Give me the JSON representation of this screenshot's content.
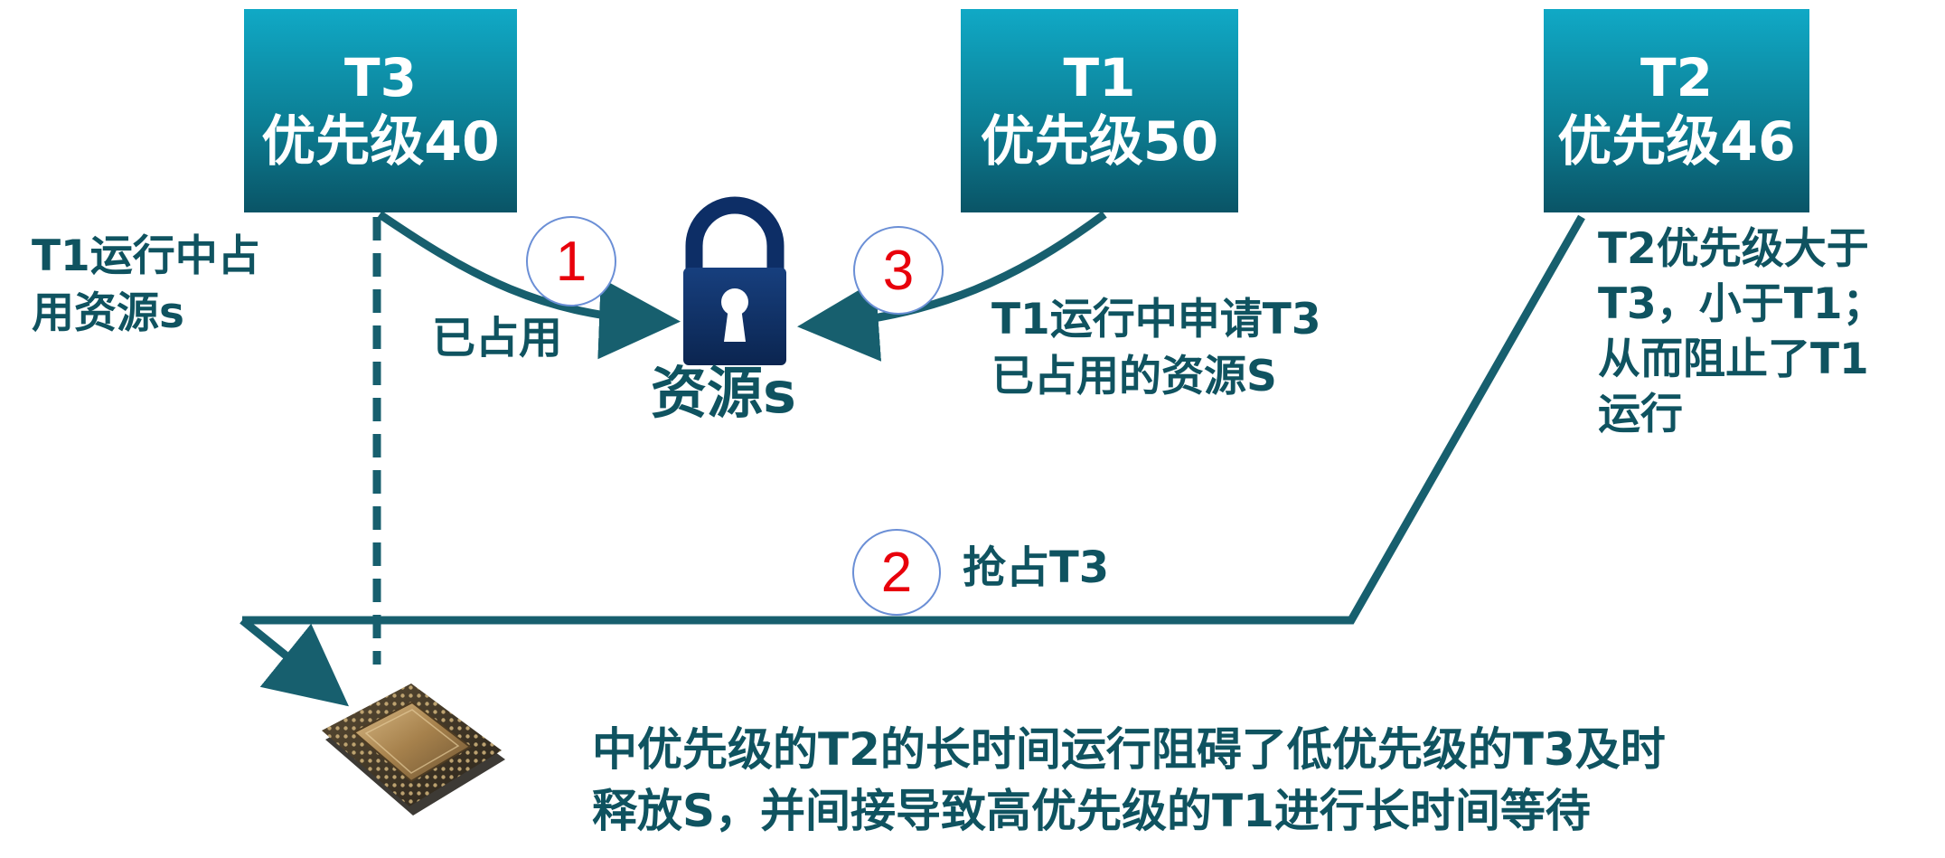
{
  "tasks": {
    "t3": {
      "name": "T3",
      "priority": "优先级40"
    },
    "t1": {
      "name": "T1",
      "priority": "优先级50"
    },
    "t2": {
      "name": "T2",
      "priority": "优先级46"
    }
  },
  "resource": {
    "label": "资源s"
  },
  "steps": {
    "one": "1",
    "two": "2",
    "three": "3"
  },
  "annotations": {
    "t3_holds_line1": "T1运行中占",
    "t3_holds_line2": "用资源s",
    "occupied": "已占用",
    "t1_request_line1": "T1运行中申请T3",
    "t1_request_line2": "已占用的资源S",
    "t2_note_line1": "T2优先级大于",
    "t2_note_line2": "T3，小于T1；",
    "t2_note_line3": "从而阻止了T1",
    "t2_note_line4": "运行",
    "preempt": "抢占T3"
  },
  "conclusion": {
    "line1": "中优先级的T2的长时间运行阻碍了低优先级的T3及时",
    "line2": "释放S，并间接导致高优先级的T1进行长时间等待"
  },
  "colors": {
    "box_top": "#10a9c6",
    "box_bottom": "#0a5466",
    "line": "#175f6e",
    "text": "#0f5360",
    "lock": "#0d2e66",
    "step_number": "#e8000b",
    "step_border": "#6b8fd6"
  },
  "icons": {
    "resource": "padlock-icon",
    "processor": "cpu-chip-icon"
  }
}
